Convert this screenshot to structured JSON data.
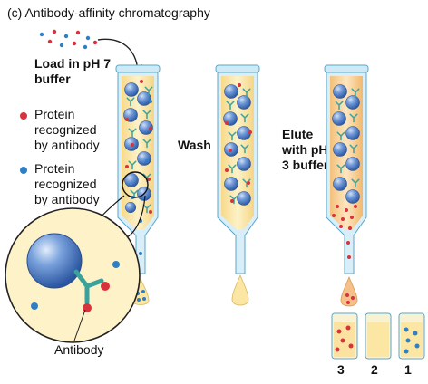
{
  "title": "(c) Antibody-affinity chromatography",
  "steps": {
    "load": "Load in pH 7 buffer",
    "wash": "Wash",
    "elute": "Elute with pH 3 buffer"
  },
  "legend": [
    {
      "label": "Protein recognized by antibody",
      "color": "#d8323c"
    },
    {
      "label": "Protein recognized by antibody",
      "color": "#2f7fc4"
    }
  ],
  "antibody_label": "Antibody",
  "tube_numbers": [
    "3",
    "2",
    "1"
  ],
  "colors": {
    "red_protein": "#d8323c",
    "blue_protein": "#2f7fc4",
    "column_fill": "#fbe6a3",
    "column_glass": "#bfe2f2",
    "bead": "#5a86c8"
  }
}
